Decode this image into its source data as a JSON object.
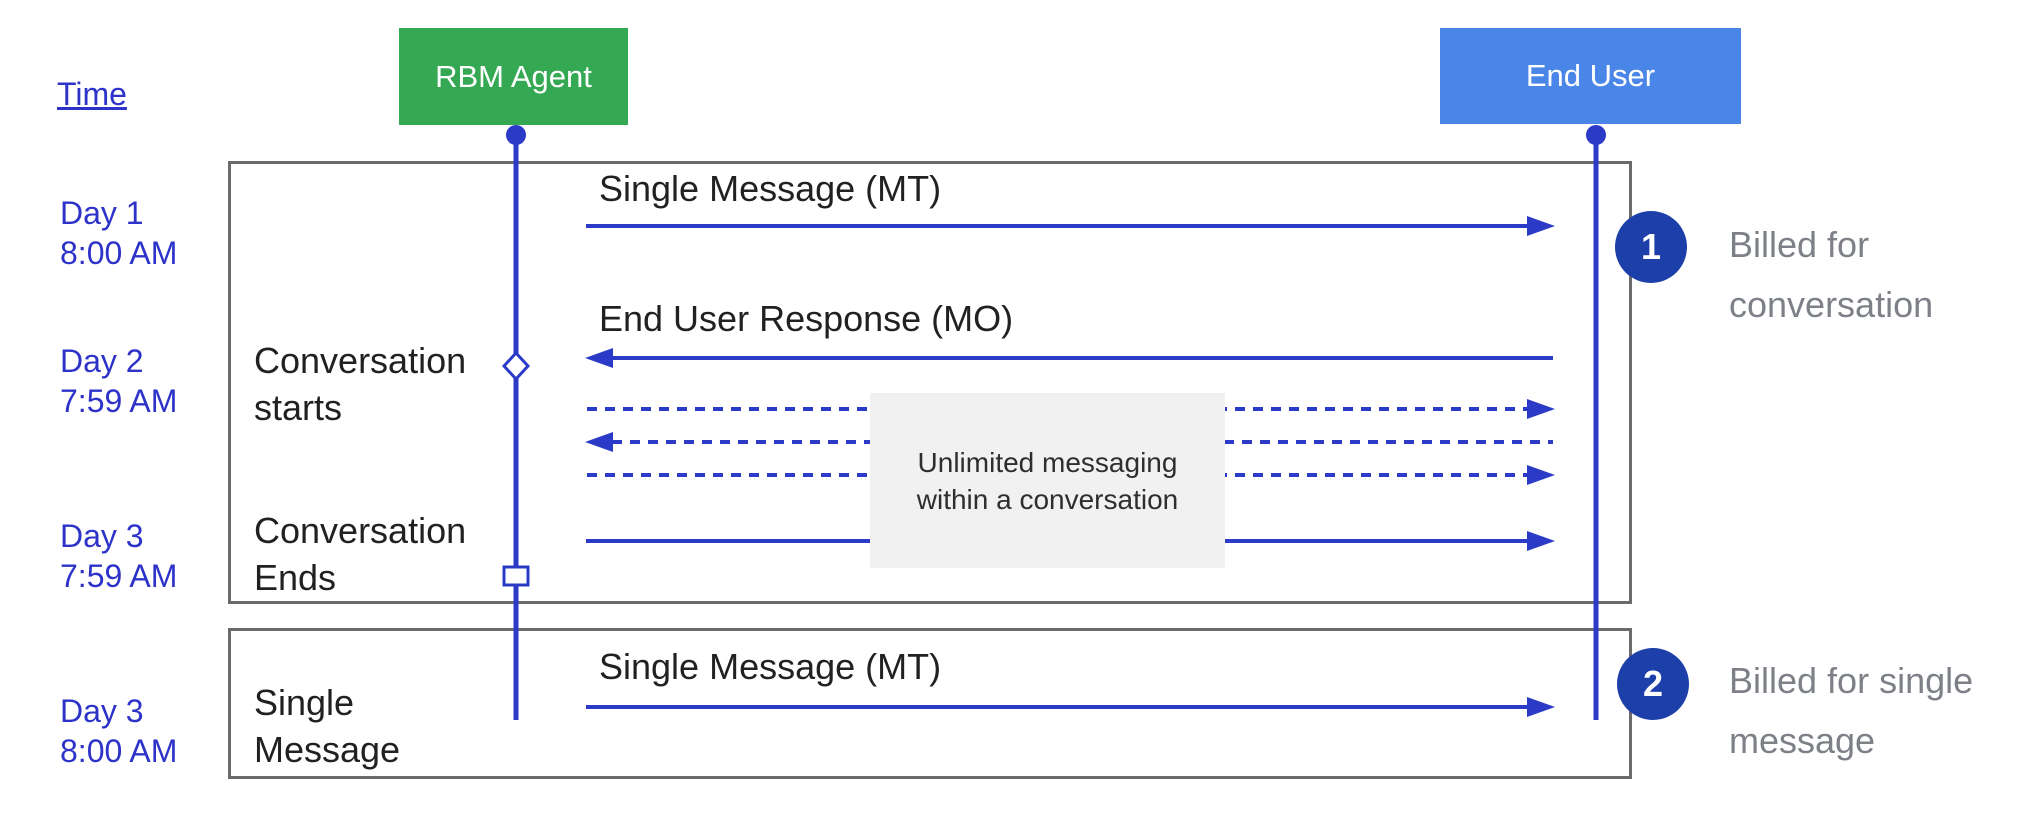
{
  "palette": {
    "line_blue": "#2b3bc7",
    "label_blue": "#2d33c9",
    "agent_green": "#34a853",
    "end_user_blue": "#4a86e8",
    "badge_blue": "#1c3faa",
    "note_bg": "#f1f1f1",
    "frame_border": "#6b6b6b",
    "message_text": "#212121",
    "annotation_gray": "#7d8187"
  },
  "header": {
    "time_label": "Time"
  },
  "actors": [
    {
      "name": "RBM Agent"
    },
    {
      "name": "End User"
    }
  ],
  "time_ticks": [
    {
      "day": "Day 1",
      "time": "8:00 AM"
    },
    {
      "day": "Day 2",
      "time": "7:59 AM"
    },
    {
      "day": "Day 3",
      "time": "7:59 AM"
    },
    {
      "day": "Day 3",
      "time": "8:00 AM"
    }
  ],
  "messages": [
    {
      "label": "Single Message (MT)",
      "from": "RBM Agent",
      "to": "End User",
      "style": "solid"
    },
    {
      "label": "End User Response (MO)",
      "from": "End User",
      "to": "RBM Agent",
      "style": "solid"
    },
    {
      "label": "",
      "from": "RBM Agent",
      "to": "End User",
      "style": "dashed"
    },
    {
      "label": "",
      "from": "End User",
      "to": "RBM Agent",
      "style": "dashed"
    },
    {
      "label": "",
      "from": "RBM Agent",
      "to": "End User",
      "style": "dashed"
    },
    {
      "label": "",
      "from": "RBM Agent",
      "to": "End User",
      "style": "solid"
    },
    {
      "label": "Single Message (MT)",
      "from": "RBM Agent",
      "to": "End User",
      "style": "solid"
    }
  ],
  "lifecycle": {
    "start": {
      "line1": "Conversation",
      "line2": "starts",
      "shape": "diamond"
    },
    "end": {
      "line1": "Conversation",
      "line2": "Ends",
      "shape": "square"
    },
    "single": {
      "line1": "Single",
      "line2": "Message"
    }
  },
  "note": {
    "line1": "Unlimited messaging",
    "line2": "within a conversation"
  },
  "annotations": [
    {
      "badge": "1",
      "line1": "Billed for",
      "line2": "conversation"
    },
    {
      "badge": "2",
      "line1": "Billed for single",
      "line2": "message"
    }
  ]
}
